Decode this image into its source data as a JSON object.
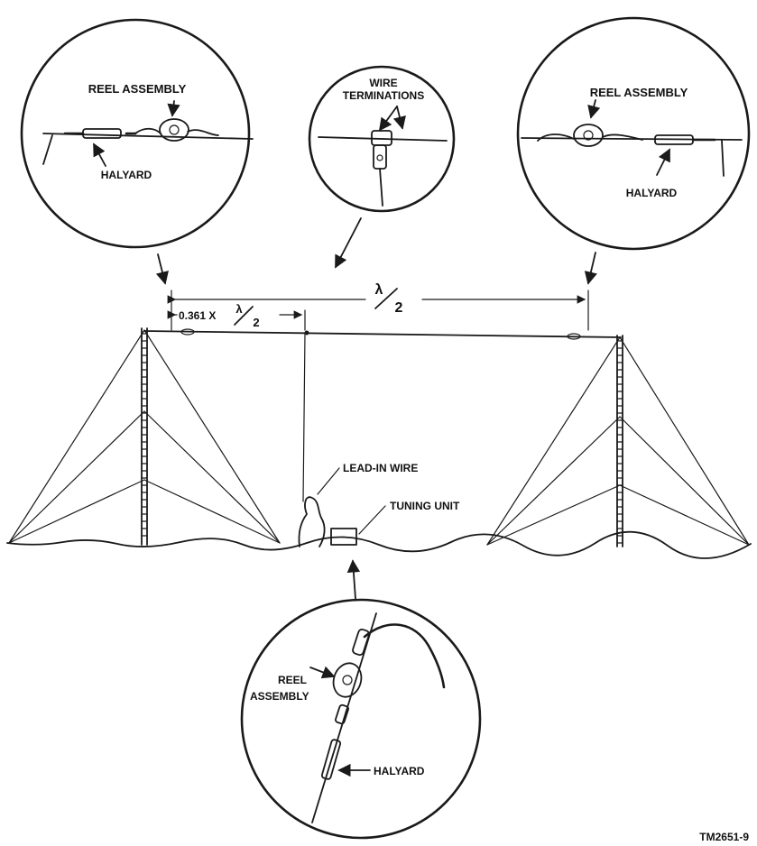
{
  "labels": {
    "reel_assembly_left": "REEL ASSEMBLY",
    "halyard_left": "HALYARD",
    "wire_terminations_line1": "WIRE",
    "wire_terminations_line2": "TERMINATIONS",
    "reel_assembly_right": "REEL ASSEMBLY",
    "halyard_right": "HALYARD",
    "half_wave_num": "λ",
    "half_wave_den": "2",
    "offset_prefix": "0.361 X",
    "offset_num": "λ",
    "offset_den": "2",
    "lead_in_wire": "LEAD-IN WIRE",
    "tuning_unit": "TUNING UNIT",
    "reel_assembly_bottom_line1": "REEL",
    "reel_assembly_bottom_line2": "ASSEMBLY",
    "halyard_bottom": "HALYARD",
    "figure_id": "TM2651-9"
  }
}
